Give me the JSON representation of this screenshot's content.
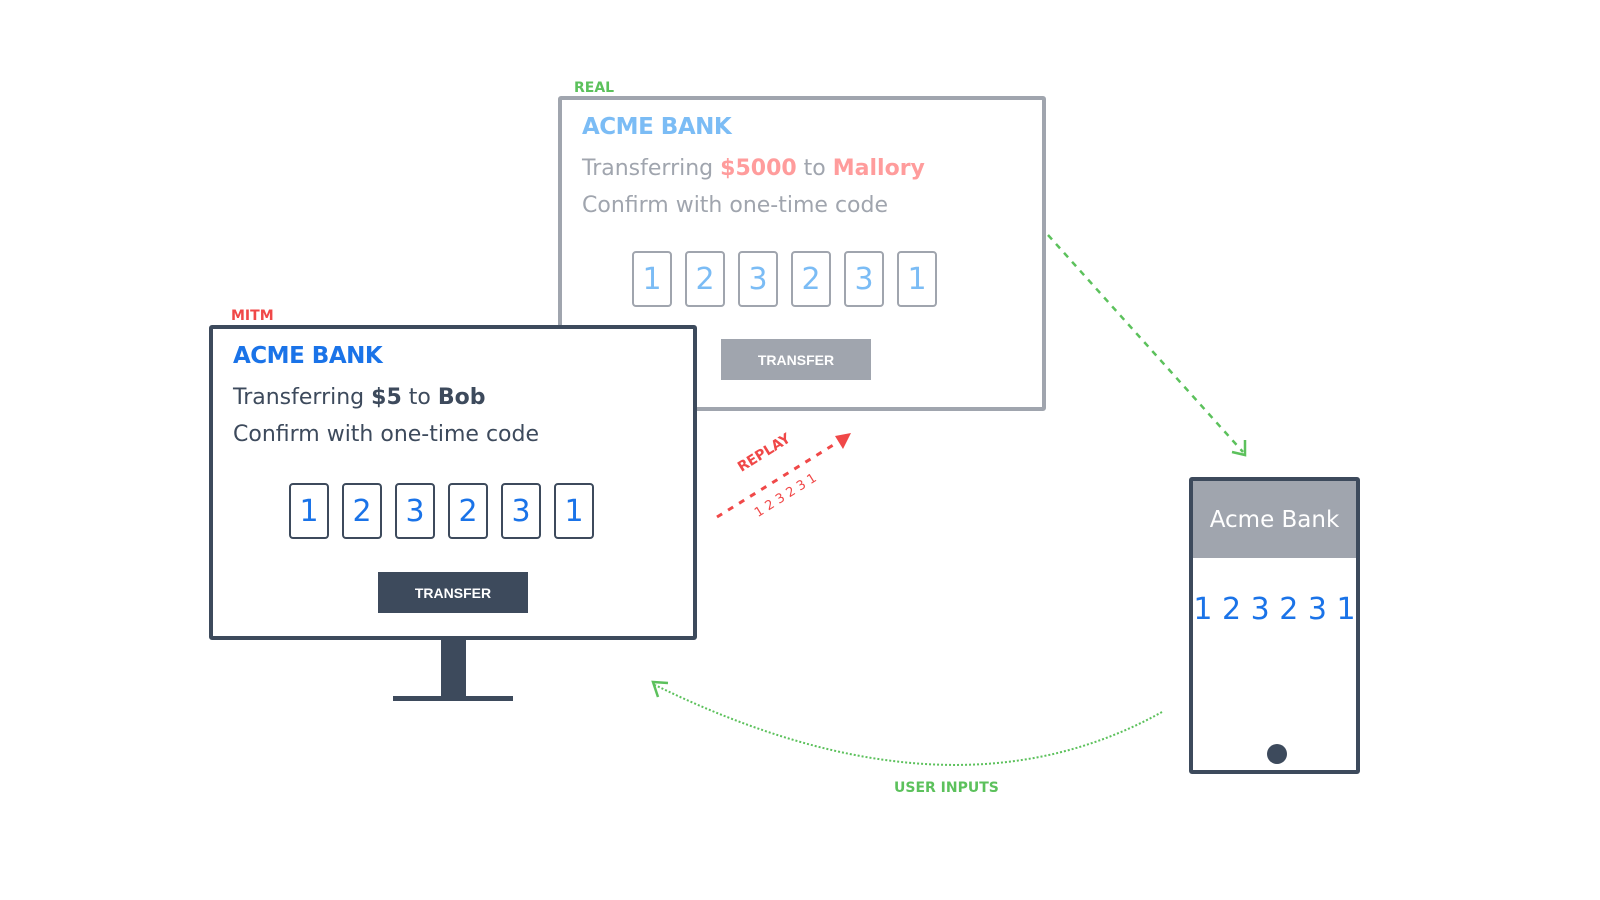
{
  "real": {
    "tag": "REAL",
    "title": "ACME BANK",
    "prefix": "Transferring ",
    "amount": "$5000",
    "mid": " to ",
    "recipient": "Mallory",
    "confirm": "Confirm with one-time code",
    "code": [
      "1",
      "2",
      "3",
      "2",
      "3",
      "1"
    ],
    "button": "TRANSFER"
  },
  "mitm": {
    "tag": "MITM",
    "title": "ACME BANK",
    "prefix": "Transferring ",
    "amount": "$5",
    "mid": " to ",
    "recipient": "Bob",
    "confirm": "Confirm with one-time code",
    "code": [
      "1",
      "2",
      "3",
      "2",
      "3",
      "1"
    ],
    "button": "TRANSFER"
  },
  "phone": {
    "title": "Acme Bank",
    "code": "1 2 3 2 3 1"
  },
  "arrows": {
    "replay": "REPLAY",
    "replay_code": "1 2 3 2 3 1",
    "user_inputs": "USER INPUTS"
  },
  "colors": {
    "green": "#5cc15c",
    "red": "#f04848",
    "blue": "#1a73e8",
    "dark": "#3d4a5c",
    "gray": "#a0a5ae"
  }
}
